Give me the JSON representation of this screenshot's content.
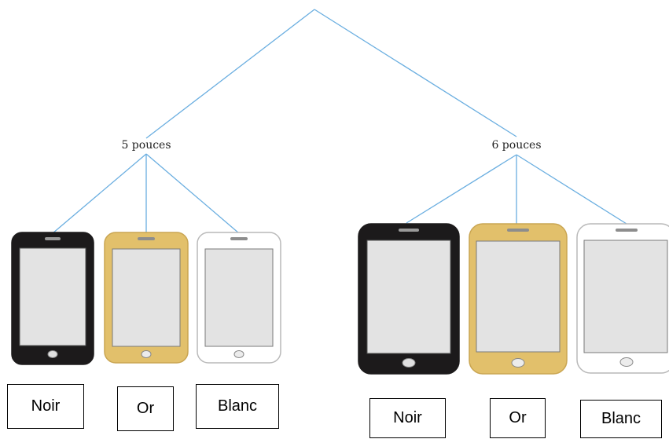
{
  "tree": {
    "branches": [
      {
        "label": "5 pouces",
        "phones": [
          {
            "color_name": "Noir",
            "body_color": "#1c1a1b",
            "screen_color": "#e3e3e3"
          },
          {
            "color_name": "Or",
            "body_color": "#e2c06b",
            "screen_color": "#e3e3e3"
          },
          {
            "color_name": "Blanc",
            "body_color": "#ffffff",
            "screen_color": "#e3e3e3"
          }
        ]
      },
      {
        "label": "6 pouces",
        "phones": [
          {
            "color_name": "Noir",
            "body_color": "#1c1a1b",
            "screen_color": "#e3e3e3"
          },
          {
            "color_name": "Or",
            "body_color": "#e2c06b",
            "screen_color": "#e3e3e3"
          },
          {
            "color_name": "Blanc",
            "body_color": "#ffffff",
            "screen_color": "#e3e3e3"
          }
        ]
      }
    ],
    "line_color": "#6aaee0"
  }
}
